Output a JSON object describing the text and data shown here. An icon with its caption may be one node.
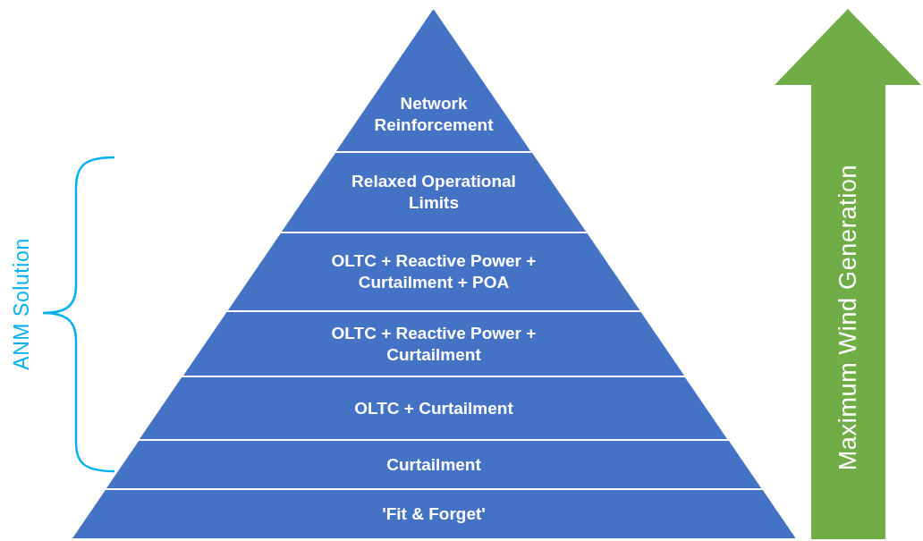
{
  "diagram": {
    "nodes": [
      {
        "text": [
          "Network Reinforcement"
        ]
      },
      {
        "text": [
          "Relaxed Operational Limits"
        ]
      },
      {
        "text": [
          "OLTC + Reactive Power + Curtailment + POA"
        ]
      },
      {
        "text": [
          "OLTC + Reactive Power + Curtailment"
        ]
      },
      {
        "text": [
          "OLTC + Curtailment"
        ]
      },
      {
        "text": [
          "Curtailment"
        ]
      },
      {
        "text": [
          "'Fit & Forget'"
        ]
      },
      {
        "text": [
          "Maximum Wind Generation"
        ]
      }
    ],
    "edges": [],
    "labels": [
      "ANM Solution"
    ]
  }
}
